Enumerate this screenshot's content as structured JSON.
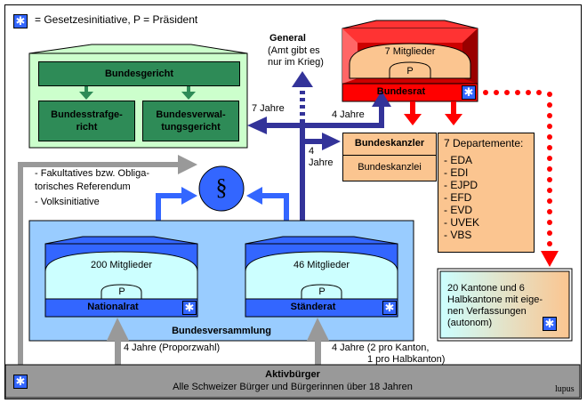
{
  "legend": {
    "icon": "star-icon",
    "text": "= Gesetzesinitiative, P = Präsident"
  },
  "judiciary": {
    "top": "Bundesgericht",
    "left_line1": "Bundesstrafge-",
    "left_line2": "richt",
    "right_line1": "Bundesverwal-",
    "right_line2": "tungsgericht"
  },
  "general": {
    "title": "General",
    "line1": "(Amt gibt es",
    "line2": "nur im Krieg)"
  },
  "bundesrat": {
    "members": "7 Mitglieder",
    "president": "P",
    "name": "Bundesrat"
  },
  "terms": {
    "court": "7 Jahre",
    "bundesrat": "4 Jahre",
    "kanzler_line1": "4",
    "kanzler_line2": "Jahre",
    "nationalrat": "4 Jahre (Proporzwahl)",
    "staenderat_line1": "4 Jahre (2 pro Kanton,",
    "staenderat_line2": "1 pro Halbkanton)"
  },
  "kanzler": {
    "title": "Bundeskanzler",
    "office": "Bundeskanzlei"
  },
  "departments": {
    "title": "7 Departemente:",
    "items": [
      "- EDA",
      "- EDI",
      "- EJPD",
      "- EFD",
      "- EVD",
      "- UVEK",
      "- VBS"
    ]
  },
  "referendum": {
    "line1": "- Fakultatives bzw. Obliga-",
    "line2": "torisches Referendum",
    "line3": "- Volksinitiative"
  },
  "law_symbol": "§",
  "assembly": {
    "name": "Bundesversammlung",
    "nationalrat": {
      "members": "200 Mitglieder",
      "president": "P",
      "name": "Nationalrat"
    },
    "staenderat": {
      "members": "46 Mitglieder",
      "president": "P",
      "name": "Ständerat"
    }
  },
  "cantons": {
    "line1": "20 Kantone und 6",
    "line2": "Halbkantone mit eige-",
    "line3": "nen Verfassungen",
    "line4": "(autonom)"
  },
  "citizens": {
    "title": "Aktivbürger",
    "subtitle": "Alle Schweizer Bürger und Bürgerinnen über 18 Jahren"
  },
  "signature": "lupus",
  "colors": {
    "judiciary_bg": "#ccffcc",
    "judiciary_box": "#2e8b57",
    "executive_red": "#ff0000",
    "executive_fill": "#fbc590",
    "assembly_bg": "#99ccff",
    "chamber_blue": "#3366ff",
    "chamber_fill": "#ccffff",
    "navy_arrow": "#333399",
    "grey": "#999999",
    "initiative_star": "#3366ff"
  }
}
